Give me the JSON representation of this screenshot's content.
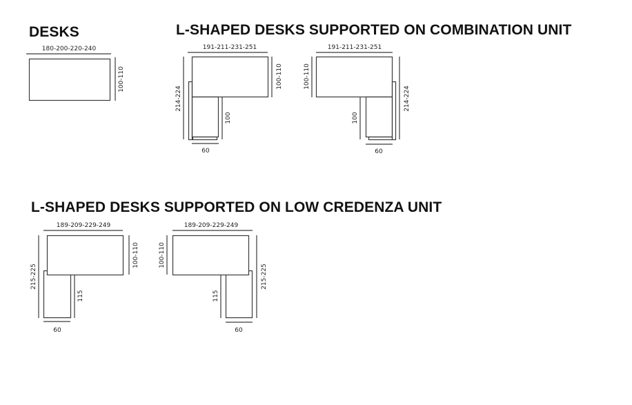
{
  "sections": {
    "desks": {
      "title": "DESKS",
      "width_label": "180-200-220-240",
      "depth_label": "100-110"
    },
    "combination": {
      "title": "L-SHAPED DESKS SUPPORTED ON COMBINATION UNIT",
      "left_variant": {
        "width_label": "191-211-231-251",
        "depth_label": "100-110",
        "total_depth_label": "214-224",
        "return_label": "100",
        "return_width_label": "60"
      },
      "right_variant": {
        "width_label": "191-211-231-251",
        "depth_label": "100-110",
        "total_depth_label": "214-224",
        "return_label": "100",
        "return_width_label": "60"
      }
    },
    "credenza": {
      "title": "L-SHAPED DESKS SUPPORTED ON LOW CREDENZA UNIT",
      "left_variant": {
        "width_label": "189-209-229-249",
        "depth_label": "100-110",
        "total_depth_label": "215-225",
        "return_label": "115",
        "return_width_label": "60"
      },
      "right_variant": {
        "width_label": "189-209-229-249",
        "depth_label": "100-110",
        "total_depth_label": "215-225",
        "return_label": "115",
        "return_width_label": "60"
      }
    }
  },
  "colors": {
    "line": "#3a3a3a",
    "text": "#111111"
  }
}
